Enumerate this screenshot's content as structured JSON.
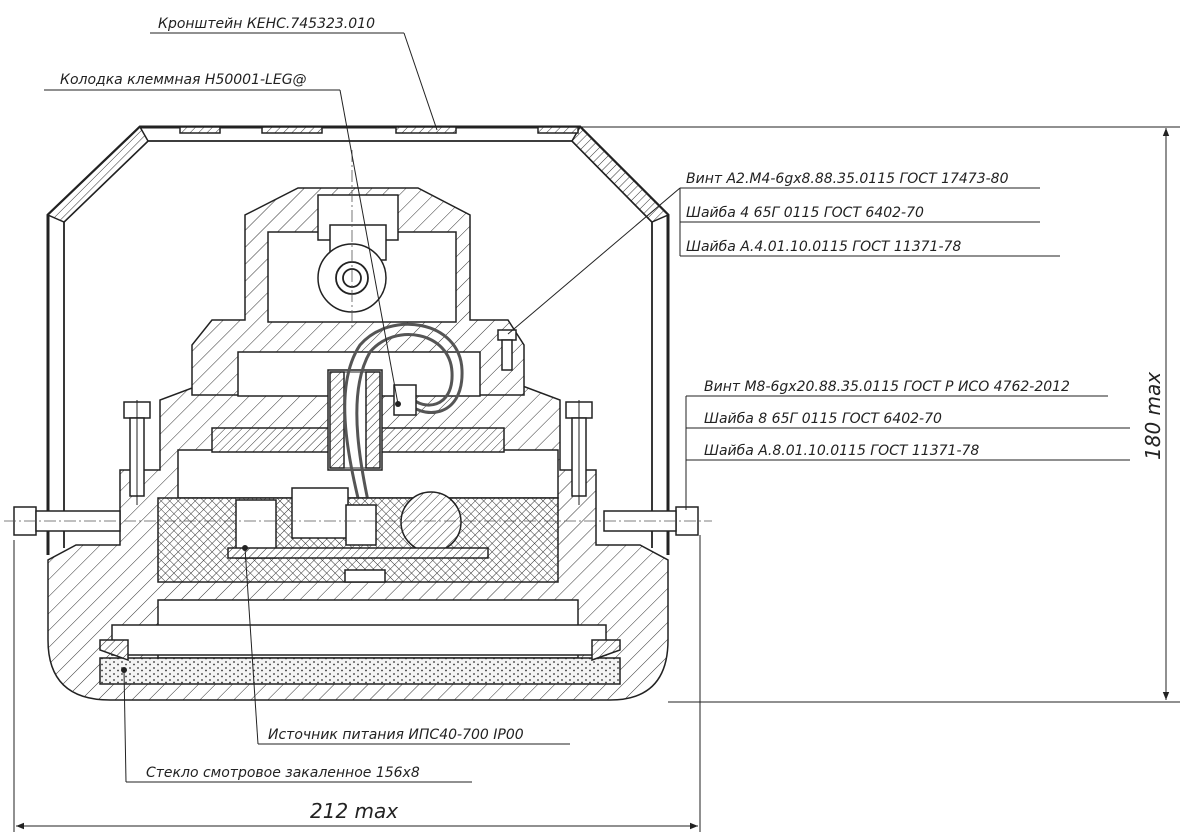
{
  "labels": {
    "bracket": "Кронштейн КЕНС.745323.010",
    "terminal_block": "Колодка клеммная H50001-LEG@",
    "screw_m4": "Винт А2.М4-6gx8.88.35.0115 ГОСТ 17473-80",
    "washer_4_65g": "Шайба 4 65Г 0115 ГОСТ 6402-70",
    "washer_a4": "Шайба А.4.01.10.0115 ГОСТ 11371-78",
    "screw_m8": "Винт М8-6gx20.88.35.0115 ГОСТ Р ИСО 4762-2012",
    "washer_8_65g": "Шайба 8 65Г 0115 ГОСТ 6402-70",
    "washer_a8": "Шайба А.8.01.10.0115 ГОСТ 11371-78",
    "power_supply": "Источник питания ИПС40-700 IP00",
    "glass": "Стекло смотровое закаленное 156х8"
  },
  "dimensions": {
    "height": "180 max",
    "width": "212 max"
  },
  "colors": {
    "line": "#222222",
    "background": "#ffffff"
  }
}
